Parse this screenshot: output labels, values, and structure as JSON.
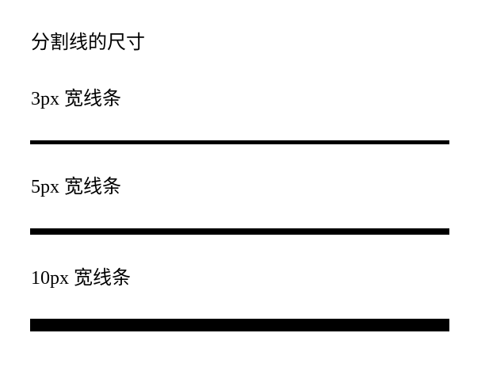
{
  "page": {
    "title": "分割线的尺寸"
  },
  "sections": [
    {
      "label": "3px 宽线条",
      "line_thickness_px": 3,
      "line_color": "#000000"
    },
    {
      "label": "5px 宽线条",
      "line_thickness_px": 5,
      "line_color": "#000000"
    },
    {
      "label": "10px 宽线条",
      "line_thickness_px": 10,
      "line_color": "#000000"
    }
  ]
}
